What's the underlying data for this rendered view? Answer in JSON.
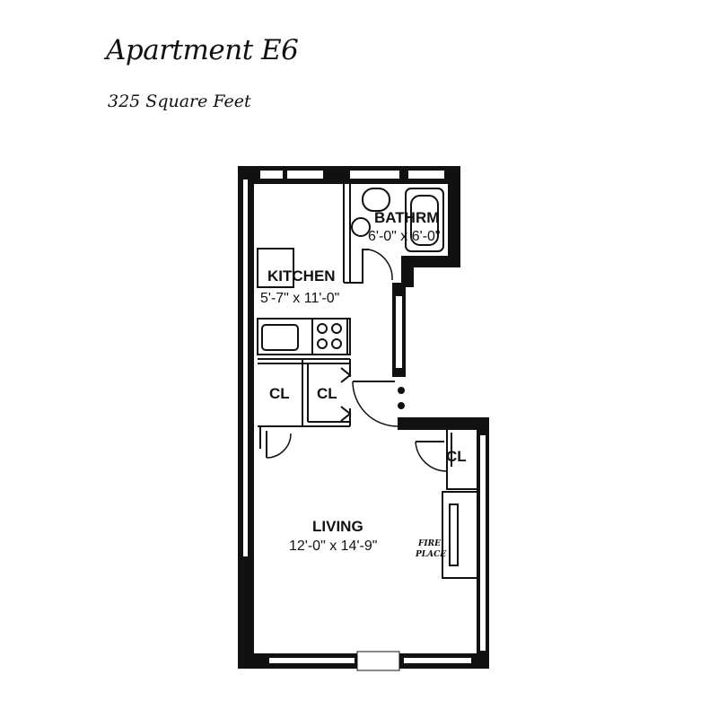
{
  "header": {
    "title": "Apartment E6",
    "subtitle": "325 Square Feet"
  },
  "rooms": {
    "bathroom": {
      "label": "BATHRM",
      "dimensions": "6'-0\" x 6'-0\""
    },
    "kitchen": {
      "label": "KITCHEN",
      "dimensions": "5'-7\" x 11'-0\""
    },
    "closet_1": {
      "label": "CL"
    },
    "closet_2": {
      "label": "CL"
    },
    "closet_3": {
      "label": "CL"
    },
    "living": {
      "label": "LIVING",
      "dimensions": "12'-0\" x 14'-9\""
    },
    "fireplace": {
      "line1": "FIRE",
      "line2": "PLACE"
    }
  }
}
